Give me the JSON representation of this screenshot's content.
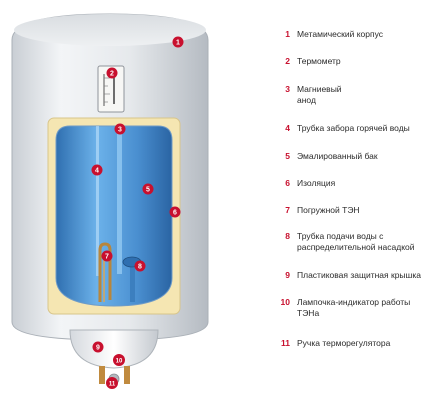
{
  "legend": [
    {
      "num": "1",
      "text": "Метамический корпус"
    },
    {
      "num": "2",
      "text": "Термометр"
    },
    {
      "num": "3",
      "text": "Магниевый\nанод"
    },
    {
      "num": "4",
      "text": "Трубка забора горячей воды"
    },
    {
      "num": "5",
      "text": "Эмалированный бак"
    },
    {
      "num": "6",
      "text": "Изоляция"
    },
    {
      "num": "7",
      "text": "Погружной ТЭН"
    },
    {
      "num": "8",
      "text": "Трубка подачи воды с\nраспределительной насадкой"
    },
    {
      "num": "9",
      "text": "Пластиковая защитная крышка"
    },
    {
      "num": "10",
      "text": "Лампочка-индикатор работы\nТЭНа"
    },
    {
      "num": "11",
      "text": "Ручка терморегулятора"
    }
  ],
  "markers": [
    "1",
    "2",
    "3",
    "4",
    "5",
    "6",
    "7",
    "8",
    "9",
    "10",
    "11"
  ],
  "colors": {
    "accent": "#c8102e",
    "body": "#e8ebee",
    "tank": "#4a95d6",
    "insulation": "#f5e6b2"
  }
}
